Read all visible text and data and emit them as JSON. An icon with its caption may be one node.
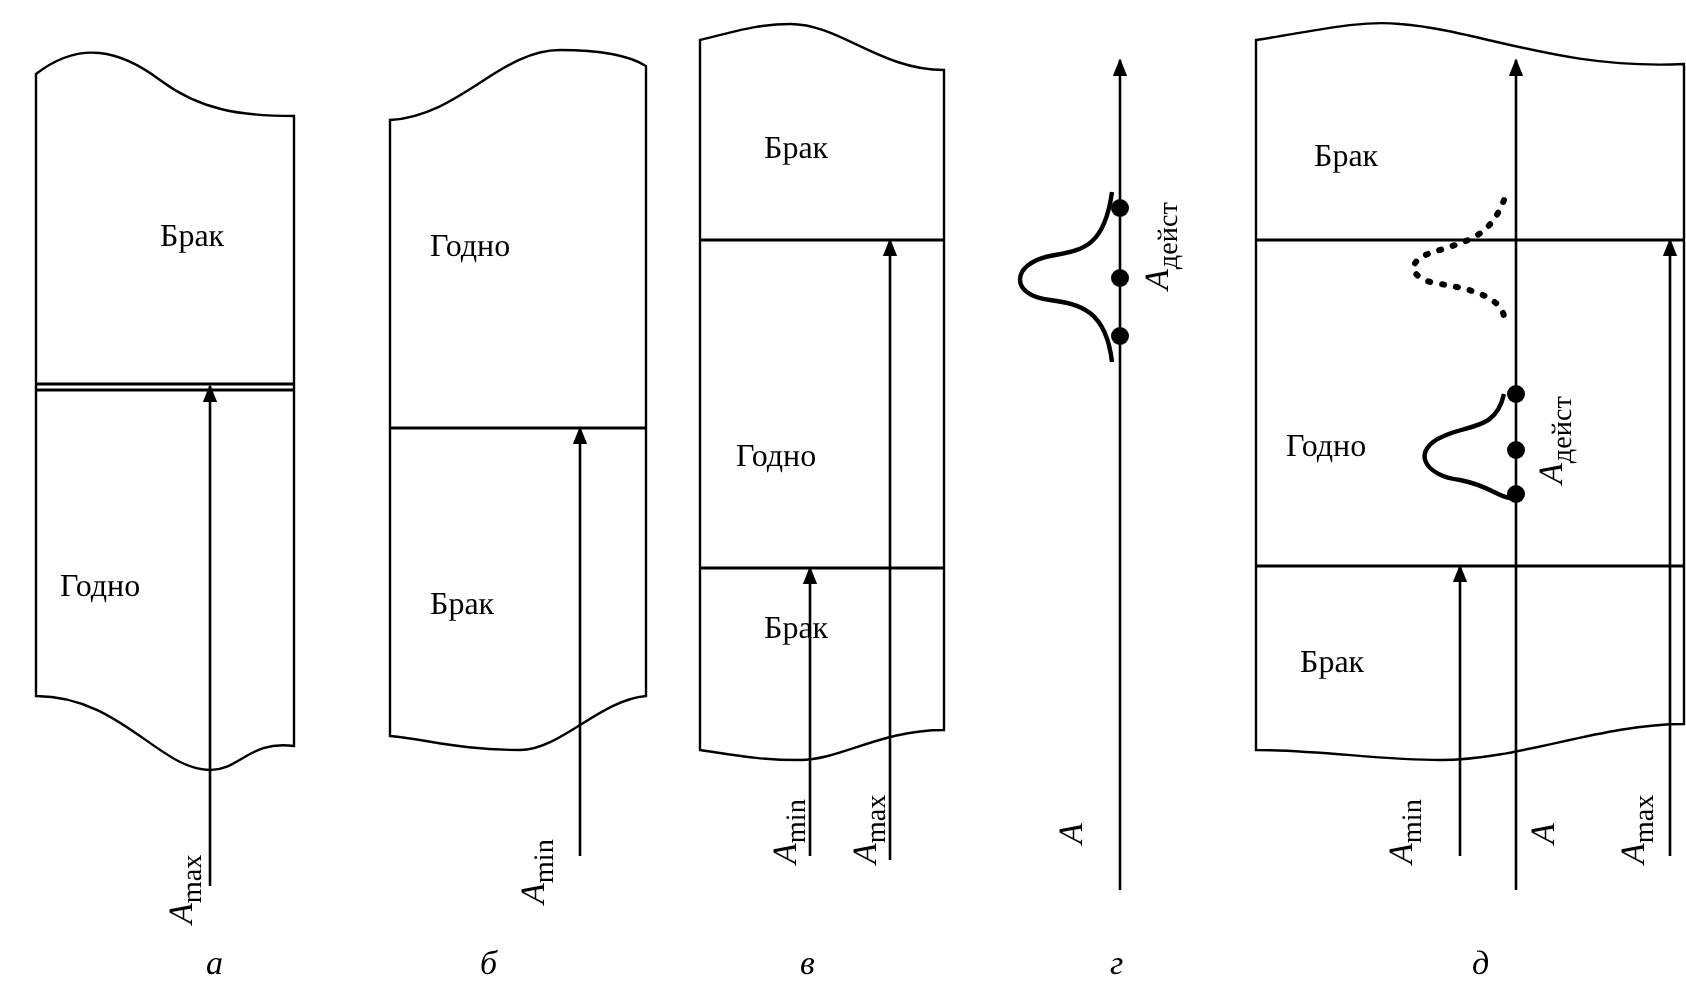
{
  "diagram": {
    "nodes": [
      {
        "text": [
          "Брак"
        ]
      },
      {
        "text": [
          "Годно"
        ]
      },
      {
        "text": [
          "Годно"
        ]
      },
      {
        "text": [
          "Брак"
        ]
      },
      {
        "text": [
          "Брак"
        ]
      },
      {
        "text": [
          "Годно"
        ]
      },
      {
        "text": [
          "Брак"
        ]
      },
      {
        "text": [
          "Брак"
        ]
      },
      {
        "text": [
          "Годно"
        ]
      },
      {
        "text": [
          "Брак"
        ]
      }
    ],
    "labels": [
      "*A*$_{max}$",
      "а",
      "*A*$_{min}$",
      "б",
      "*A*$_{min}$",
      "*A*$_{max}$",
      "в",
      "*A*$_{дейст}$",
      "*A*",
      "г",
      "*A*$_{дейст}$",
      "*A*$_{min}$",
      "*A*",
      "*A*$_{max}$",
      "д"
    ]
  }
}
